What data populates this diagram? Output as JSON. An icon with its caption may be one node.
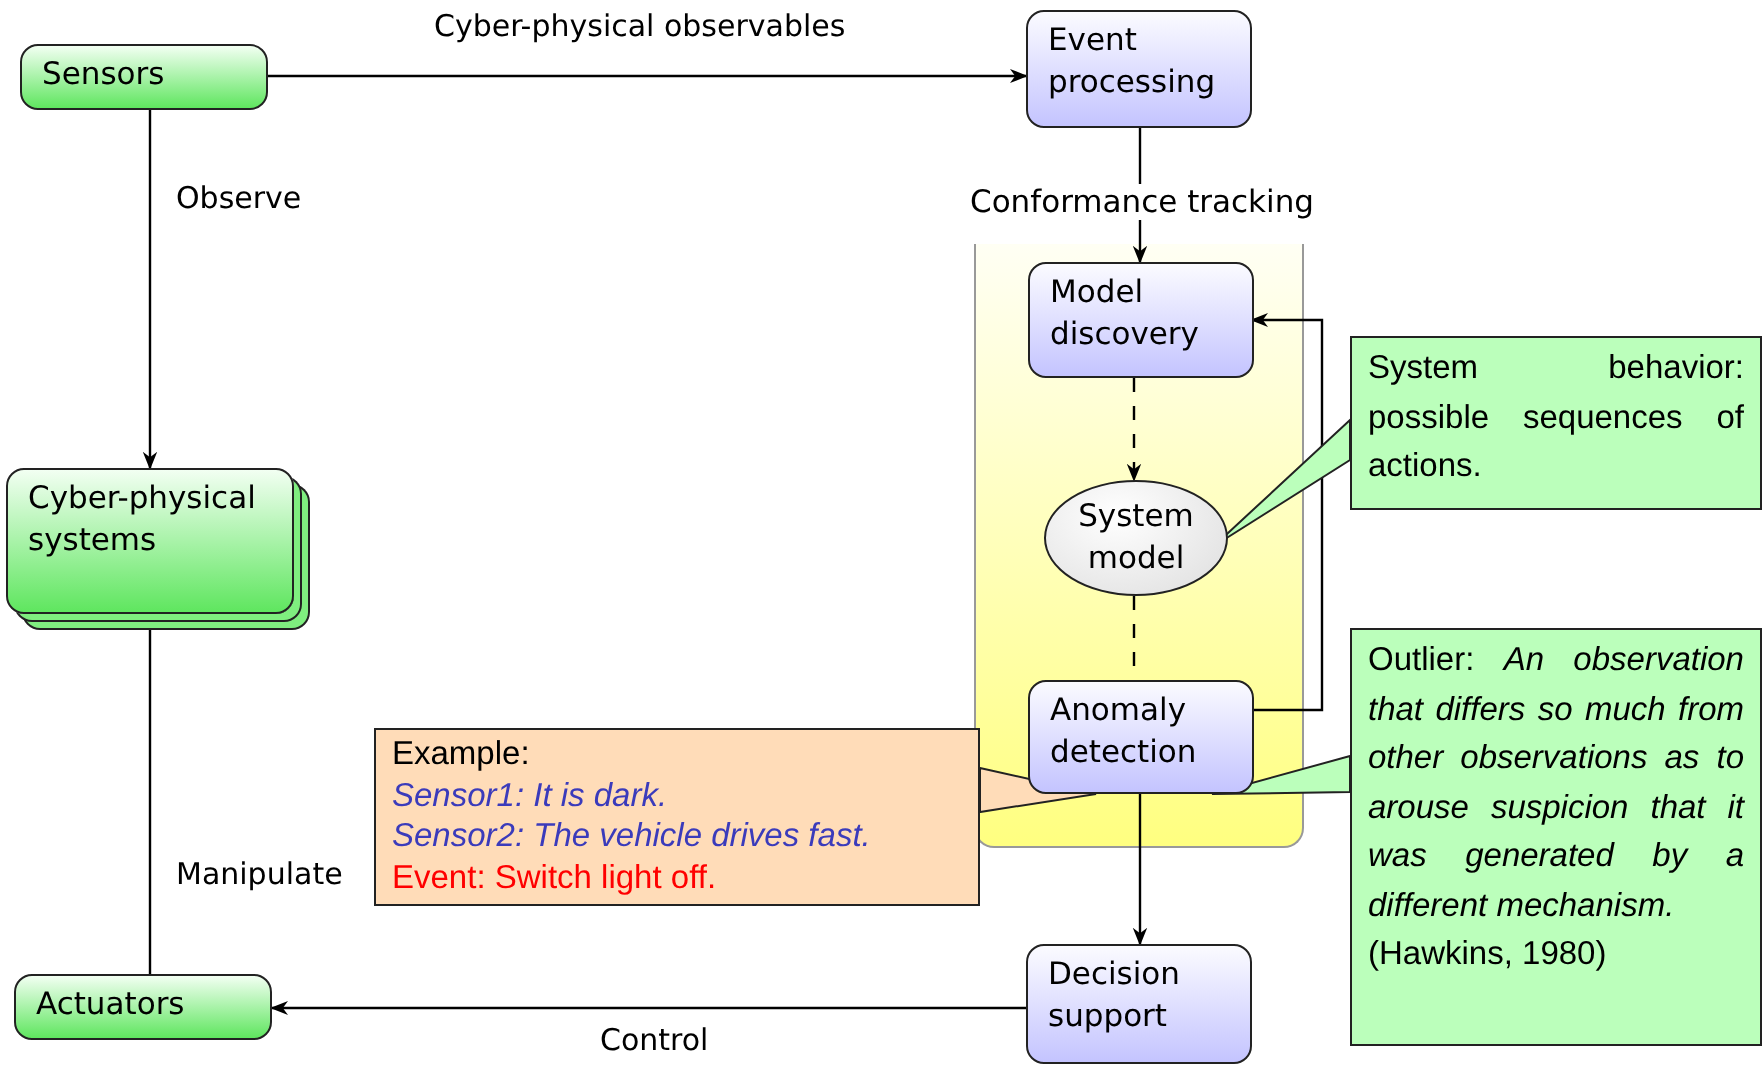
{
  "diagram": {
    "nodes": [
      {
        "text": [
          "Sensors"
        ]
      },
      {
        "text": [
          "Event processing"
        ]
      },
      {
        "text": [
          "Conformance tracking"
        ]
      },
      {
        "text": [
          "Model discovery"
        ],
        "in": 2
      },
      {
        "text": [
          "System model"
        ],
        "in": 2
      },
      {
        "text": [
          "Anomaly detection"
        ],
        "in": 2
      },
      {
        "text": [
          "Cyber-physical systems"
        ]
      },
      {
        "text": [
          "Decision support"
        ]
      },
      {
        "text": [
          "Actuators"
        ]
      },
      {
        "text": [
          "System behavior: possible sequences of actions."
        ]
      },
      {
        "text": [
          "Outlier: *An observation that differs so much from other observations as to arouse suspicion that it was generated by a different mechanism.*",
          "(Hawkins, 1980)"
        ]
      },
      {
        "text": [
          "Example:",
          "Sensor1: It is dark.",
          "Sensor2: The vehicle drives fast.",
          "Event: Switch light off."
        ]
      }
    ],
    "edges": [
      {
        "from": 0,
        "to": 1,
        "arrow": "to",
        "label": "Cyber-physical observables"
      },
      {
        "from": 0,
        "to": 6,
        "arrow": "to",
        "label": "Observe"
      },
      {
        "from": 8,
        "to": 6,
        "arrow": "to",
        "label": "Manipulate"
      },
      {
        "from": 7,
        "to": 8,
        "arrow": "to",
        "label": "Control"
      },
      {
        "from": 1,
        "to": 3,
        "arrow": "to"
      },
      {
        "from": 3,
        "to": 4,
        "arrow": "to",
        "style": "dashed"
      },
      {
        "from": 4,
        "to": 5,
        "arrow": "none",
        "style": "dashed"
      },
      {
        "from": 5,
        "to": 7,
        "arrow": "to"
      },
      {
        "from": 5,
        "to": 3,
        "arrow": "to"
      },
      {
        "from": 9,
        "to": 4,
        "arrow": "none",
        "style": "thick",
        "color": "#bbffbb"
      },
      {
        "from": 10,
        "to": 5,
        "arrow": "none",
        "style": "thick",
        "color": "#bbffbb"
      },
      {
        "from": 11,
        "to": 5,
        "arrow": "none",
        "style": "thick",
        "color": "#ffdcb8"
      }
    ]
  }
}
